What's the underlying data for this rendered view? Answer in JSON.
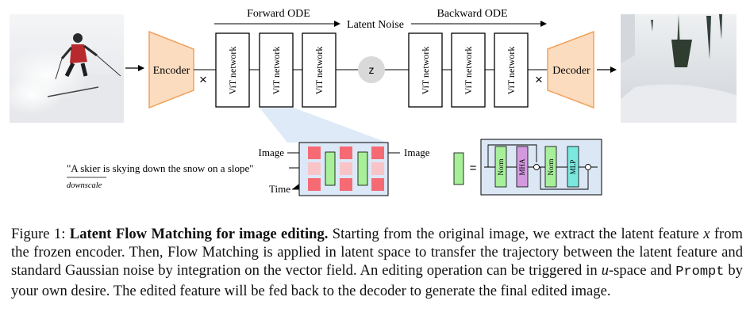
{
  "diagram": {
    "forward_label": "Forward ODE",
    "latent_label": "Latent Noise",
    "backward_label": "Backward ODE",
    "encoder_label": "Encoder",
    "decoder_label": "Decoder",
    "vit_label": "ViT network",
    "z_label": "z",
    "times_symbol": "×",
    "prompt_text": "\"A skier is skying down the snow on a slope\"",
    "downscale_label": "downscale",
    "image_in_label": "Image",
    "image_out_label": "Image",
    "time_label": "Time",
    "equals_symbol": "=",
    "norm_label": "Norm",
    "mha_label": "MHA",
    "mlp_label": "MLP",
    "colors": {
      "encoder_fill": "#fbdcbf",
      "encoder_stroke": "#f2a15b",
      "vit_stroke": "#000000",
      "z_fill": "#d9d9d9",
      "zoom_fill": "#dbe8f7",
      "token_red": "#f56a73",
      "token_pink": "#f8c4c8",
      "green_block": "#a8ef9a",
      "purple_block": "#d49ae0",
      "cyan_block": "#7be8e0",
      "block_panel_fill": "#dce7f5"
    }
  },
  "caption": {
    "figure_label": "Figure 1:",
    "bold_title": "Latent Flow Matching for image editing.",
    "part1": " Starting from the original image, we extract the latent feature ",
    "var_x": "x",
    "part2": " from the frozen encoder. Then, Flow Matching is applied in latent space to transfer the trajectory between the latent feature and standard Gaussian noise by integration on the vector field. An editing operation can be triggered in ",
    "var_u": "u",
    "part3": "-space and ",
    "prompt_code": "Prompt",
    "part4": " by your own desire. The edited feature will be fed back to the decoder to generate the final edited image."
  }
}
